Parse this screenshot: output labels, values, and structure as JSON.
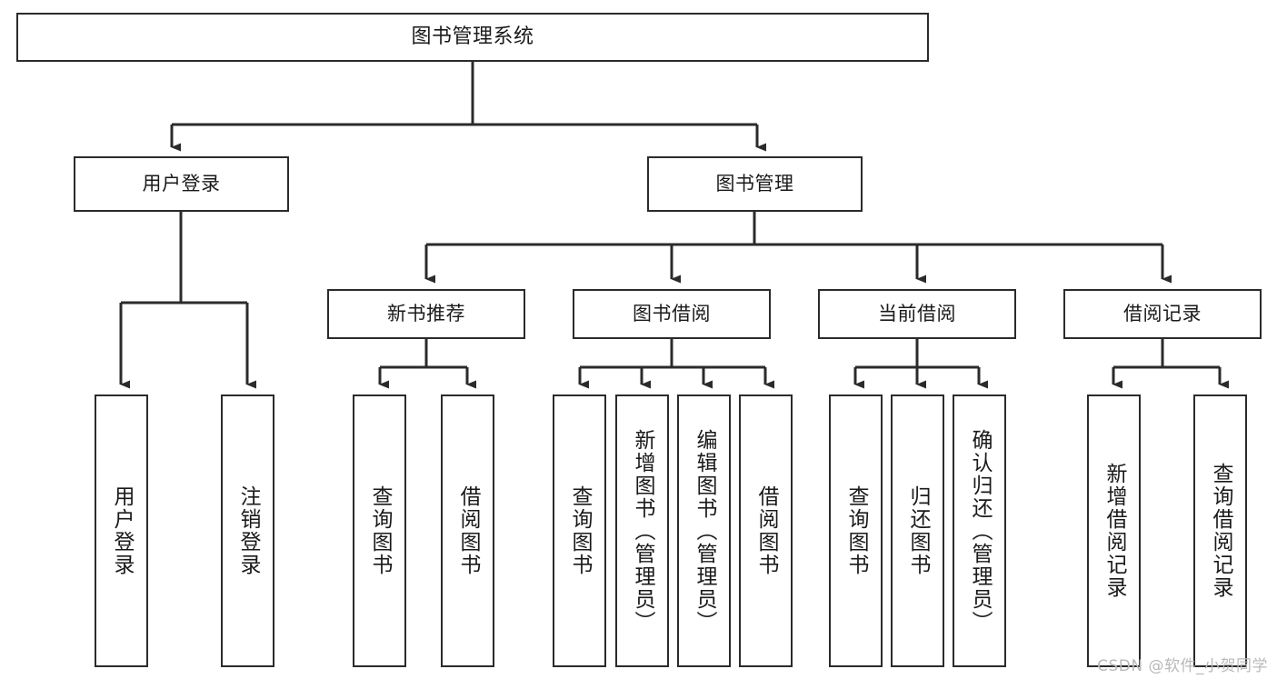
{
  "diagram": {
    "title": "图书管理系统",
    "type": "tree-hierarchy",
    "colors": {
      "box_border": "#2b2b2b",
      "box_fill": "#ffffff",
      "connector": "#2b2b2b",
      "text": "#1a1a1a",
      "watermark": "#b9b9b9",
      "background": "#ffffff"
    },
    "watermark": "CSDN @软件_小贺同学",
    "levels": {
      "level1": [
        {
          "id": "root",
          "label": "图书管理系统",
          "orientation": "horizontal"
        }
      ],
      "level2": [
        {
          "id": "user-login",
          "label": "用户登录",
          "orientation": "horizontal"
        },
        {
          "id": "book-manage",
          "label": "图书管理",
          "orientation": "horizontal"
        }
      ],
      "level3": [
        {
          "id": "new-book-rec",
          "label": "新书推荐",
          "orientation": "horizontal",
          "parent": "book-manage"
        },
        {
          "id": "book-borrow",
          "label": "图书借阅",
          "orientation": "horizontal",
          "parent": "book-manage"
        },
        {
          "id": "current-borrow",
          "label": "当前借阅",
          "orientation": "horizontal",
          "parent": "book-manage"
        },
        {
          "id": "borrow-record",
          "label": "借阅记录",
          "orientation": "horizontal",
          "parent": "book-manage"
        }
      ],
      "level4": [
        {
          "id": "leaf-user-login",
          "label": "用户登录",
          "orientation": "vertical",
          "parent": "user-login"
        },
        {
          "id": "leaf-user-logout",
          "label": "注销登录",
          "orientation": "vertical",
          "parent": "user-login"
        },
        {
          "id": "leaf-query-book-rec",
          "label": "查询图书",
          "orientation": "vertical",
          "parent": "new-book-rec"
        },
        {
          "id": "leaf-borrow-book-rec",
          "label": "借阅图书",
          "orientation": "vertical",
          "parent": "new-book-rec"
        },
        {
          "id": "leaf-query-book-borrow",
          "label": "查询图书",
          "orientation": "vertical",
          "parent": "book-borrow"
        },
        {
          "id": "leaf-add-book",
          "label": "新增图书（管理员）",
          "orientation": "vertical",
          "parent": "book-borrow"
        },
        {
          "id": "leaf-edit-book",
          "label": "编辑图书（管理员）",
          "orientation": "vertical",
          "parent": "book-borrow"
        },
        {
          "id": "leaf-borrow-book",
          "label": "借阅图书",
          "orientation": "vertical",
          "parent": "book-borrow"
        },
        {
          "id": "leaf-query-book-current",
          "label": "查询图书",
          "orientation": "vertical",
          "parent": "current-borrow"
        },
        {
          "id": "leaf-return-book",
          "label": "归还图书",
          "orientation": "vertical",
          "parent": "current-borrow"
        },
        {
          "id": "leaf-confirm-return",
          "label": "确认归还（管理员）",
          "orientation": "vertical",
          "parent": "current-borrow"
        },
        {
          "id": "leaf-add-record",
          "label": "新增借阅记录",
          "orientation": "vertical",
          "parent": "borrow-record"
        },
        {
          "id": "leaf-query-record",
          "label": "查询借阅记录",
          "orientation": "vertical",
          "parent": "borrow-record"
        }
      ]
    }
  }
}
